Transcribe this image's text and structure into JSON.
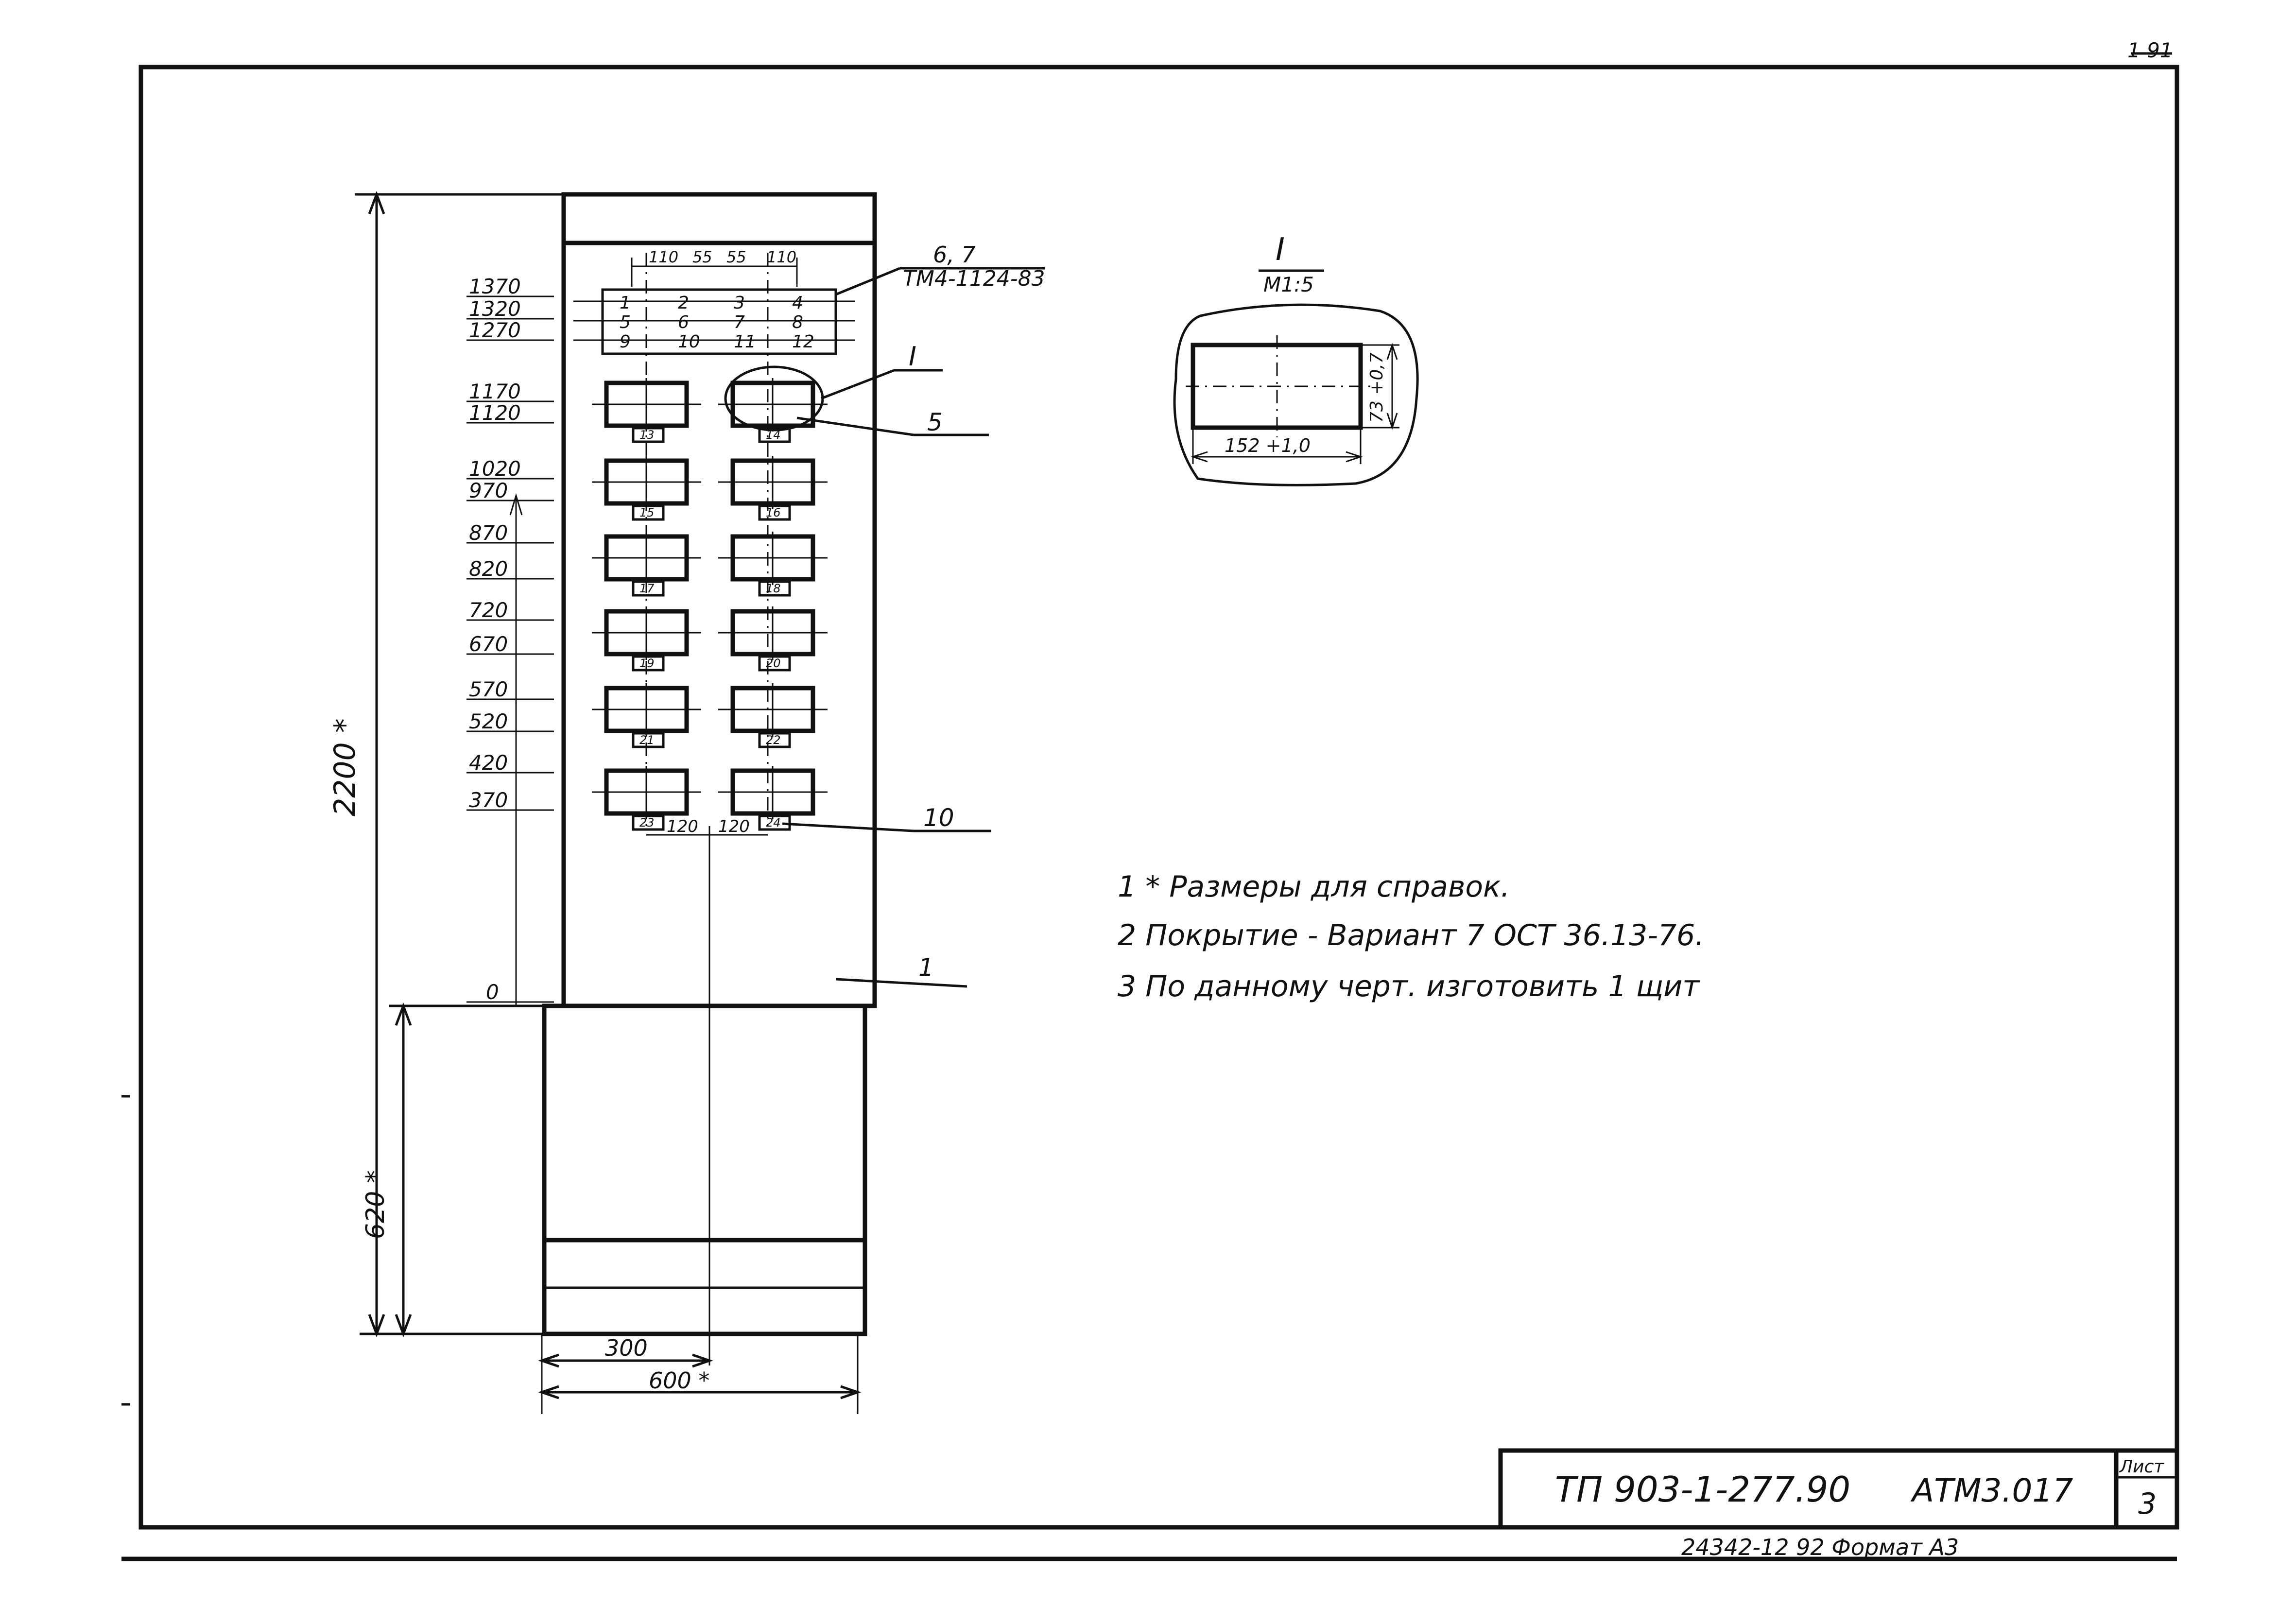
{
  "sheet_corner_mark": "1 91",
  "panel": {
    "terminal_header": {
      "label": "6, 7",
      "ref": "ТМ4-1124-83",
      "spacing": [
        "110",
        "55",
        "55",
        "110"
      ]
    },
    "terminals": [
      [
        "1",
        "2",
        "3",
        "4"
      ],
      [
        "5",
        "6",
        "7",
        "8"
      ],
      [
        "9",
        "10",
        "11",
        "12"
      ]
    ],
    "levels": [
      "1370",
      "1320",
      "1270",
      "1170",
      "1120",
      "1020",
      "970",
      "870",
      "820",
      "720",
      "670",
      "570",
      "520",
      "420",
      "370",
      "0"
    ],
    "instrument_labels": [
      "13",
      "14",
      "15",
      "16",
      "17",
      "18",
      "19",
      "20",
      "21",
      "22",
      "23",
      "24"
    ],
    "bottom_spacing": [
      "120",
      "120"
    ],
    "callouts": {
      "detail": "I",
      "instrument": "5",
      "label_plate": "10",
      "panel": "1"
    },
    "dimensions": {
      "height_total": "2200 *",
      "height_base": "620 *",
      "width_half": "300",
      "width_total": "600 *"
    }
  },
  "detail_view": {
    "title": "I",
    "scale": "М1:5",
    "width": "152 +1,0",
    "height": "73 +0,7"
  },
  "notes": [
    "1 * Размеры для справок.",
    "2 Покрытие - Вариант 7 ОСТ 36.13-76.",
    "3 По данному черт. изготовить 1 щит"
  ],
  "title_block": {
    "project_code": "ТП 903-1-277.90",
    "drawing_code": "АТМ3.017",
    "sheet_label": "Лист",
    "sheet_number": "3",
    "footer": "24342-12   92   Формат А3"
  }
}
